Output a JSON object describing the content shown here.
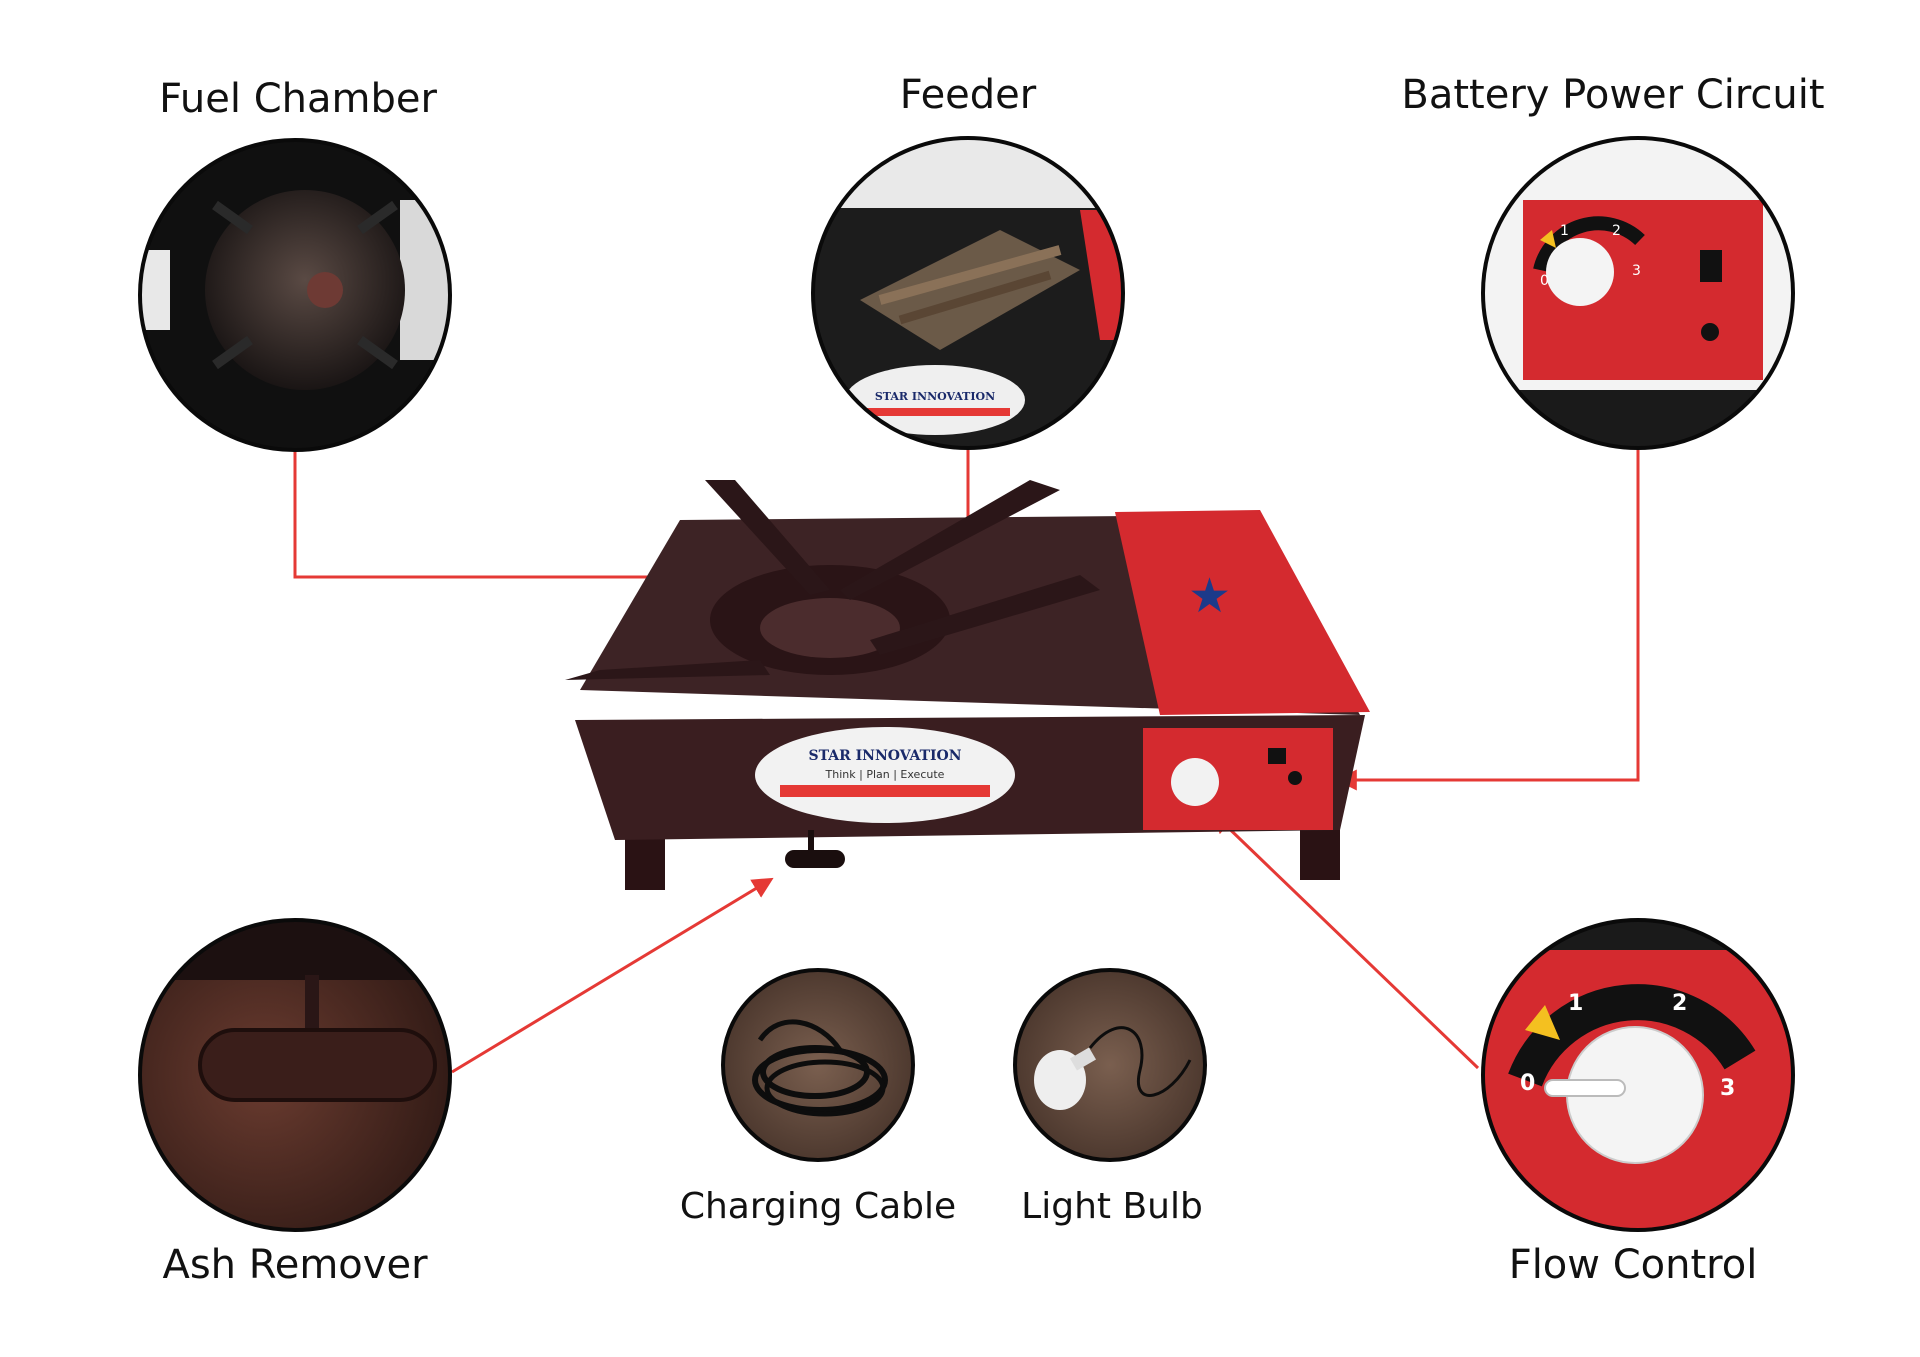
{
  "labels": {
    "fuel_chamber": "Fuel Chamber",
    "feeder": "Feeder",
    "battery_power_circuit": "Battery Power Circuit",
    "ash_remover": "Ash Remover",
    "charging_cable": "Charging Cable",
    "light_bulb": "Light Bulb",
    "flow_control": "Flow Control"
  },
  "product": {
    "brand": "STAR INNOVATION",
    "tagline": "Think | Plan | Execute",
    "dial_marks": [
      "0",
      "1",
      "2",
      "3"
    ]
  },
  "colors": {
    "arrow": "#e53935",
    "stove_body": "#3a1e20",
    "panel_red": "#d42a2f"
  }
}
